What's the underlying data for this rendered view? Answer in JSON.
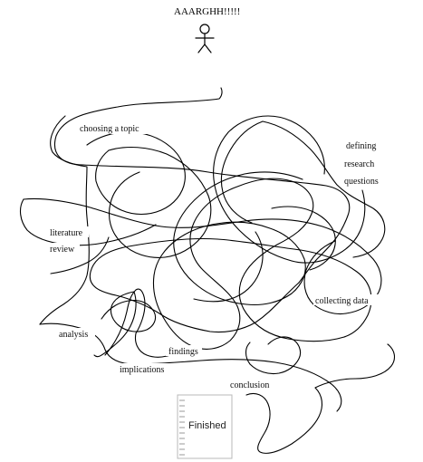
{
  "title": "AAARGHH!!!!!",
  "labels": {
    "choosing_topic": "choosing a topic",
    "defining": "defining",
    "research": "research",
    "questions": "questions",
    "literature": "literature",
    "review": "review",
    "collecting_data": "collecting data",
    "analysis": "analysis",
    "findings": "findings",
    "implications": "implications",
    "conclusion": "conclusion"
  },
  "finished_note": "Finished",
  "colors": {
    "ink": "#000000",
    "background": "#ffffff",
    "note_border": "#b8b8b8"
  },
  "icons": {
    "stick_figure": "stick-figure-icon"
  }
}
